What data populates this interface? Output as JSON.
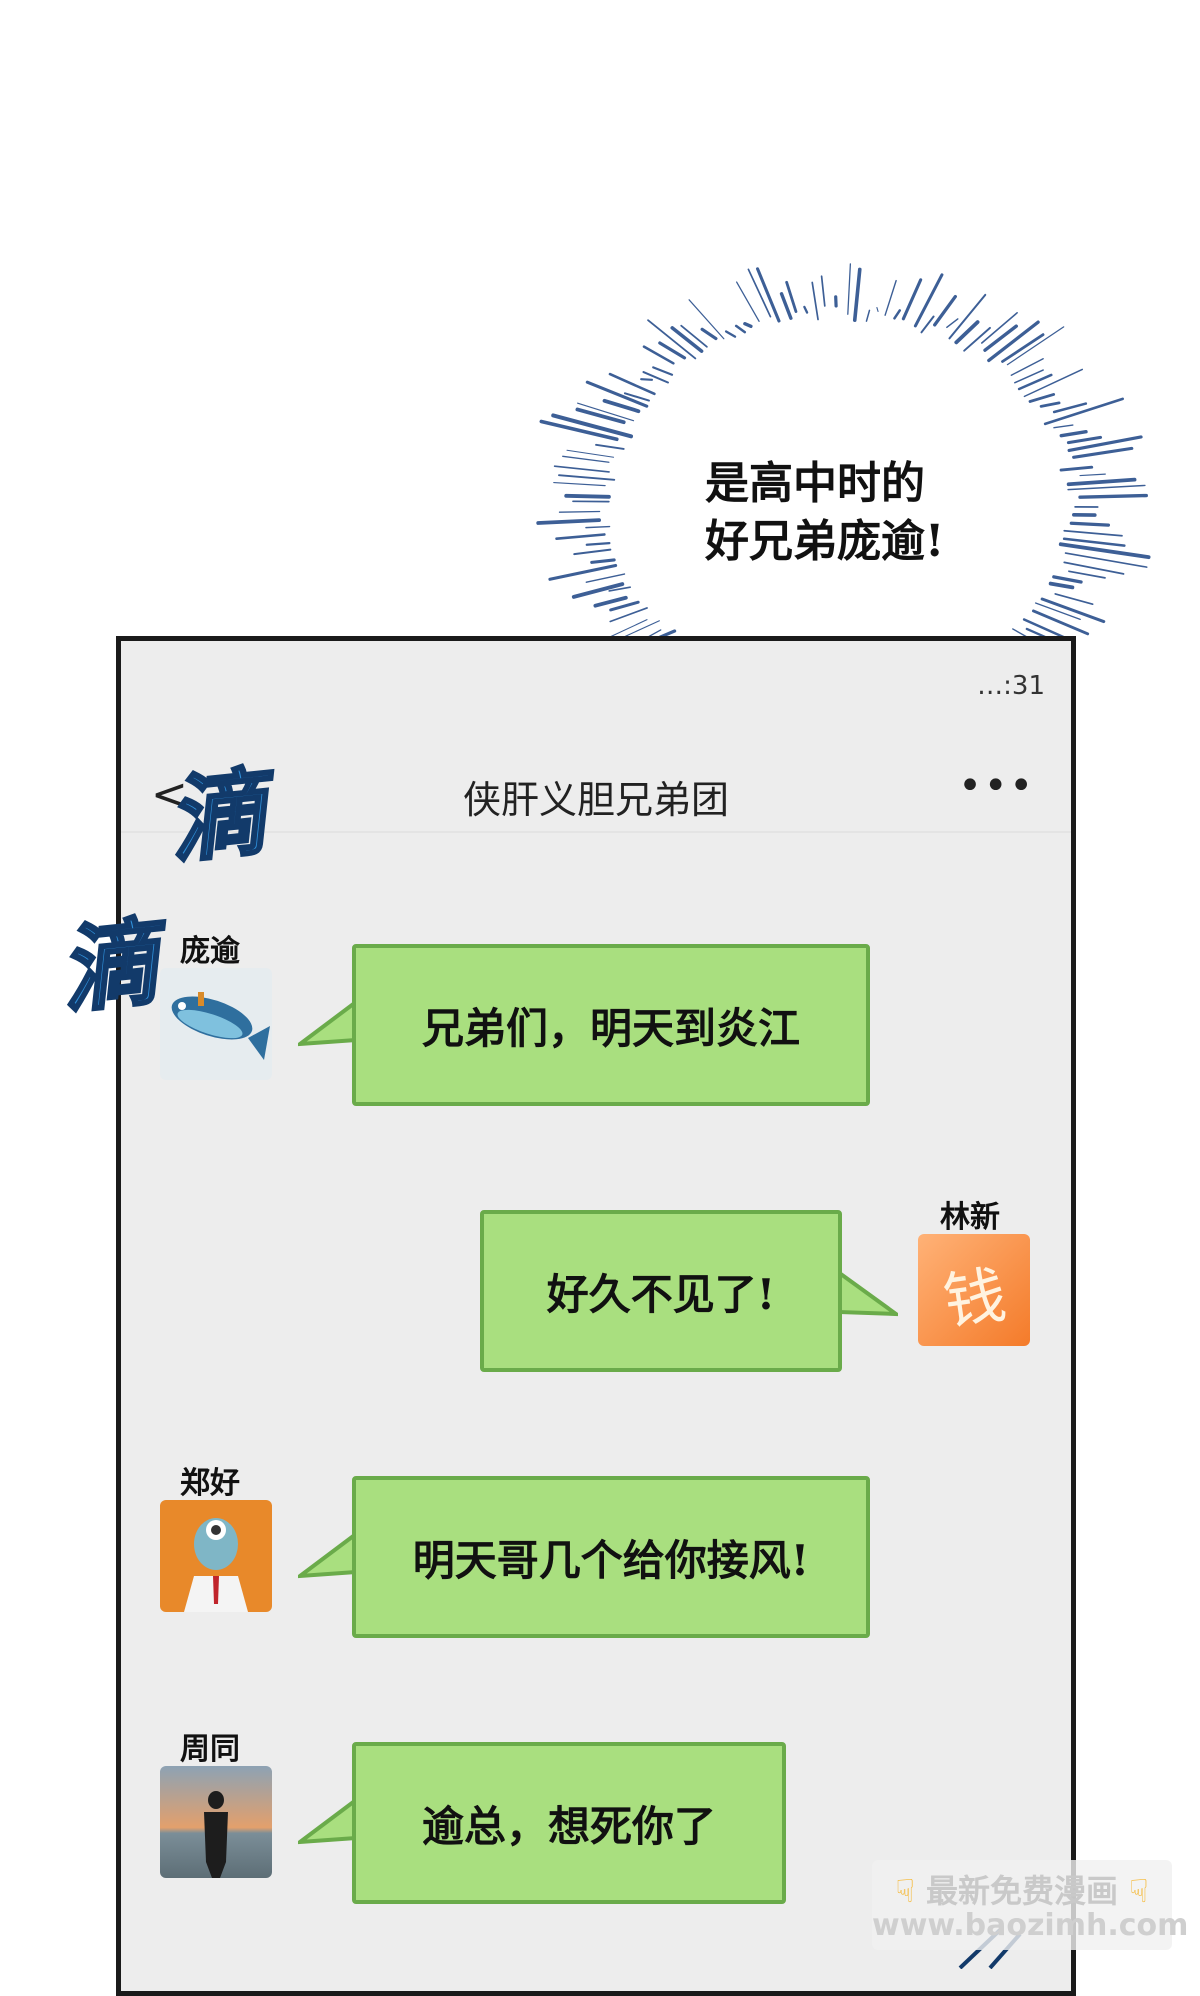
{
  "speech": {
    "line1": "是高中时的",
    "line2": "好兄弟庞逾!"
  },
  "status_bar": {
    "time": "…:31"
  },
  "header": {
    "title": "侠肝义胆兄弟团",
    "back_icon": "chevron-left-icon",
    "more_icon": "more-dots-icon"
  },
  "sfx": [
    "滴",
    "滴"
  ],
  "messages": [
    {
      "sender": "庞逾",
      "text": "兄弟们，明天到炎江",
      "side": "left",
      "avatar": "fish-avatar"
    },
    {
      "sender": "林新",
      "text": "好久不见了!",
      "side": "right",
      "avatar": "qian-avatar",
      "avatar_char": "钱"
    },
    {
      "sender": "郑好",
      "text": "明天哥几个给你接风!",
      "side": "left",
      "avatar": "fish-suit-avatar"
    },
    {
      "sender": "周同",
      "text": "逾总，想死你了",
      "side": "left",
      "avatar": "beach-sunset-avatar"
    }
  ],
  "watermark": {
    "line1": "最新免费漫画",
    "line2": "www.baozimh.com",
    "icon": "pointing-hand-icon"
  },
  "colors": {
    "bubble": "#a9df7f",
    "bubble_border": "#6aab4a",
    "screen_bg": "#ededed",
    "burst_lines": "#3d5f96",
    "sfx_blue": "#2f8fd9"
  }
}
